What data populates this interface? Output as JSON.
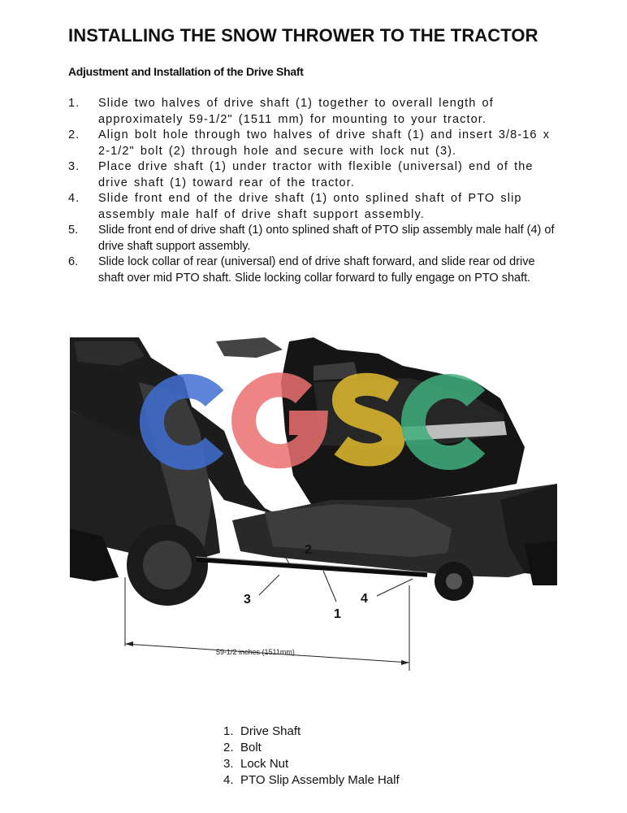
{
  "title": "INSTALLING THE SNOW THROWER TO THE TRACTOR",
  "subtitle": "Adjustment and Installation of the Drive Shaft",
  "steps": [
    {
      "num": "1.",
      "text": "Slide two halves of drive shaft (1) together to overall length of approximately 59-1/2\" (1511 mm) for mounting to your tractor."
    },
    {
      "num": "2.",
      "text": "Align bolt hole through two halves of drive shaft (1) and insert 3/8-16 x 2-1/2\" bolt (2) through hole and secure with lock nut (3)."
    },
    {
      "num": "3.",
      "text": "Place drive shaft (1) under tractor with flexible (universal) end of the drive shaft (1) toward rear of the tractor."
    },
    {
      "num": "4.",
      "text": "Slide front end of the drive shaft (1) onto splined shaft of PTO slip assembly male half of drive shaft support assembly."
    },
    {
      "num": "5.",
      "text": "Slide front end of drive shaft (1) onto splined shaft of PTO slip assembly male half (4) of drive shaft support assembly."
    },
    {
      "num": "6.",
      "text": "Slide lock collar of rear (universal) end of drive shaft forward, and slide rear od drive shaft over mid PTO shaft. Slide locking collar forward to fully engage on PTO shaft."
    }
  ],
  "figure": {
    "callouts": [
      "1",
      "2",
      "3",
      "4"
    ],
    "dimension": "59-1/2 inches (1511mm)",
    "watermark": "CGSC",
    "colors": {
      "c1": "#3f6fd2",
      "g": "#e9706f",
      "s": "#e0bb2f",
      "c2": "#3fae7c"
    }
  },
  "legend": [
    {
      "num": "1.",
      "label": "Drive Shaft"
    },
    {
      "num": "2.",
      "label": "Bolt"
    },
    {
      "num": "3.",
      "label": "Lock Nut"
    },
    {
      "num": "4.",
      "label": "PTO Slip Assembly Male Half"
    }
  ]
}
